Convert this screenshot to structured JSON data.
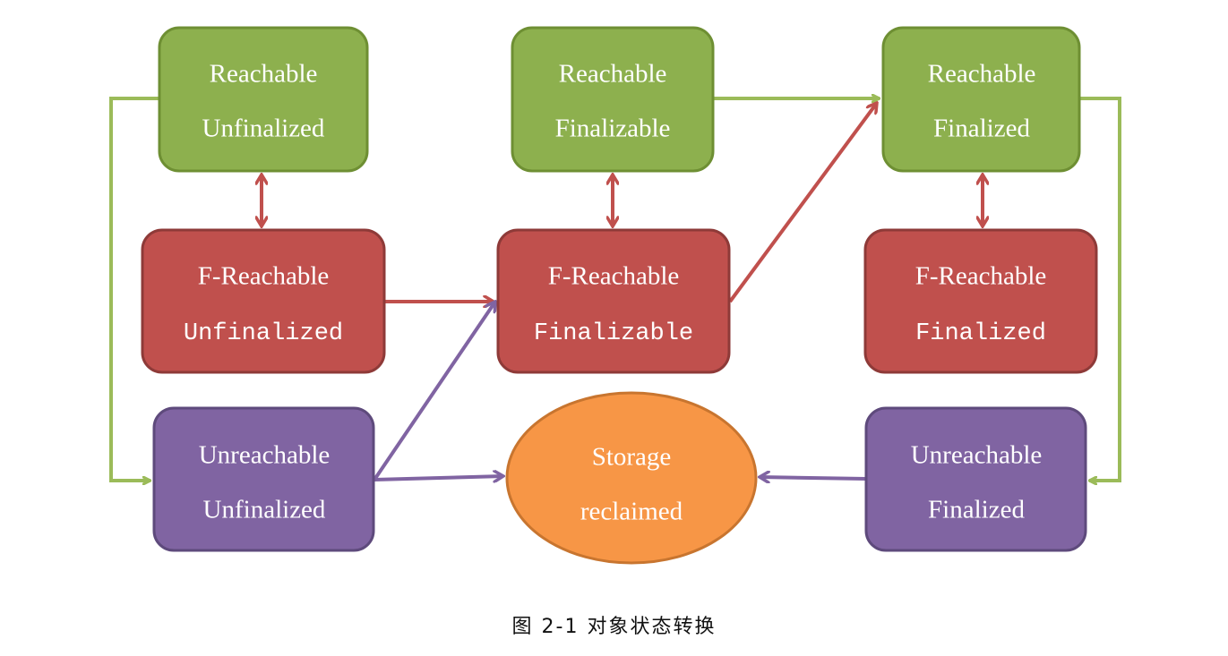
{
  "colors": {
    "green_fill": "#8DB04E",
    "green_border": "#6E8F33",
    "red_fill": "#C0504D",
    "red_border": "#8E3A38",
    "purple_fill": "#8064A2",
    "purple_border": "#5E4A7C",
    "orange_fill": "#F79646",
    "orange_border": "#C8752F",
    "green_arrow": "#9BBB59",
    "red_arrow": "#C0504D",
    "purple_arrow": "#8064A2"
  },
  "nodes": {
    "reachable_unfinalized": {
      "line1": "Reachable",
      "line2": "Unfinalized"
    },
    "reachable_finalizable": {
      "line1": "Reachable",
      "line2": "Finalizable"
    },
    "reachable_finalized": {
      "line1": "Reachable",
      "line2": "Finalized"
    },
    "freachable_unfinalized": {
      "line1": "F-Reachable",
      "line2": "Unfinalized"
    },
    "freachable_finalizable": {
      "line1": "F-Reachable",
      "line2": "Finalizable"
    },
    "freachable_finalized": {
      "line1": "F-Reachable",
      "line2": "Finalized"
    },
    "unreachable_unfinalized": {
      "line1": "Unreachable",
      "line2": "Unfinalized"
    },
    "storage_reclaimed": {
      "line1": "Storage",
      "line2": "reclaimed"
    },
    "unreachable_finalized": {
      "line1": "Unreachable",
      "line2": "Finalized"
    }
  },
  "caption": "图 2-1  对象状态转换"
}
